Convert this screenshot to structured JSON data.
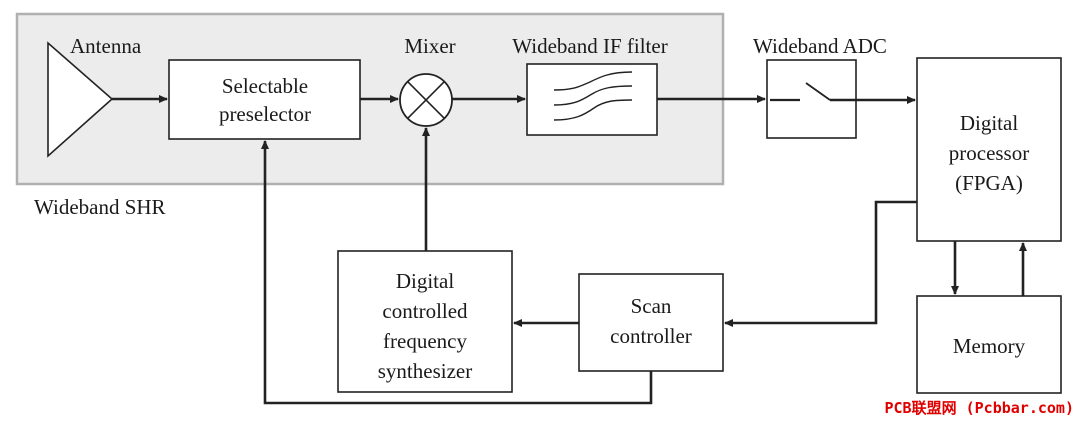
{
  "diagram": {
    "shr_group_label": "Wideband SHR",
    "antenna_label": "Antenna",
    "preselector": {
      "line1": "Selectable",
      "line2": "preselector"
    },
    "mixer_label": "Mixer",
    "if_filter_label": "Wideband IF filter",
    "adc_label": "Wideband ADC",
    "processor": {
      "line1": "Digital",
      "line2": "processor",
      "line3": "(FPGA)"
    },
    "memory_label": "Memory",
    "scan_controller": {
      "line1": "Scan",
      "line2": "controller"
    },
    "synthesizer": {
      "line1": "Digital",
      "line2": "controlled",
      "line3": "frequency",
      "line4": "synthesizer"
    }
  },
  "watermark": "PCB联盟网 (Pcbbar.com)",
  "colors": {
    "group_fill": "#ececec",
    "group_stroke": "#b0b0b0",
    "line": "#222222",
    "watermark": "#e00000"
  }
}
